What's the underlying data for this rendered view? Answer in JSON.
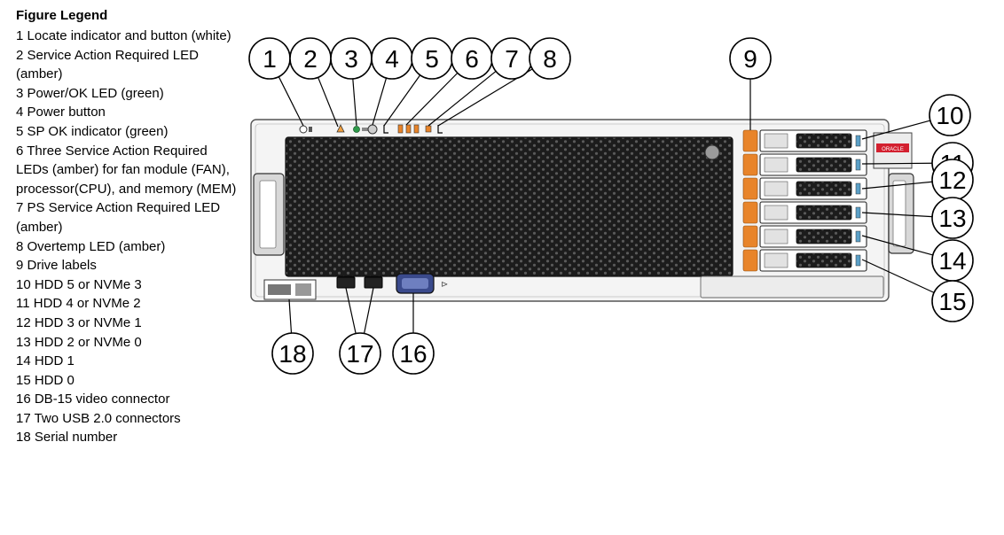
{
  "legend": {
    "title": "Figure Legend",
    "items": [
      "1 Locate indicator and button (white)",
      "2 Service Action Required LED (amber)",
      "3 Power/OK LED (green)",
      "4 Power button",
      "5 SP OK indicator (green)",
      "6 Three Service Action Required LEDs (amber) for fan module (FAN), processor(CPU), and memory (MEM)",
      "7 PS Service Action Required LED (amber)",
      "8 Overtemp LED (amber)",
      "9 Drive labels",
      "10 HDD 5 or NVMe 3",
      "11 HDD 4 or NVMe 2",
      "12 HDD 3 or NVMe 1",
      "13 HDD 2 or NVMe 0",
      "14 HDD 1",
      "15 HDD 0",
      "16 DB-15 video connector",
      "17 Two USB 2.0 connectors",
      "18 Serial number"
    ]
  },
  "callouts": [
    "1",
    "2",
    "3",
    "4",
    "5",
    "6",
    "7",
    "8",
    "9",
    "10",
    "11",
    "12",
    "13",
    "14",
    "15",
    "16",
    "17",
    "18"
  ],
  "colors": {
    "amber": "#e8842a",
    "green": "#2e9a4a",
    "chassis": "#f4f4f4",
    "grille": "#1c1c1c",
    "brand_red": "#d3202f"
  },
  "brand_label": "ORACLE"
}
